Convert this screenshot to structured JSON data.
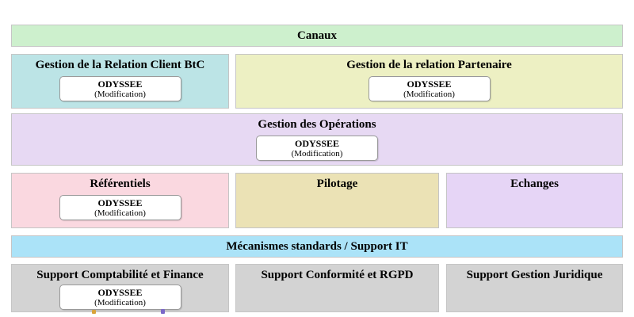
{
  "palette": {
    "canaux_green": "#cdf0cd",
    "client_btc_teal": "#bce4e6",
    "partenaire_yellow": "#edf0c3",
    "operations_lavender": "#e7d9f3",
    "referentiels_pink": "#fad8e0",
    "pilotage_tan": "#ebe2b5",
    "echanges_purple": "#e6d5f6",
    "mecanismes_blue": "#abe3f8",
    "support_gray": "#d3d3d3",
    "block_border": "#c5c5c5",
    "app_box_border": "#999999",
    "text": "#000000"
  },
  "blocks": {
    "canaux": {
      "title": "Canaux"
    },
    "client_btc": {
      "title": "Gestion de la Relation Client BtC",
      "app_name": "ODYSSEE",
      "app_detail": "(Modification)"
    },
    "partenaire": {
      "title": "Gestion de la relation Partenaire",
      "app_name": "ODYSSEE",
      "app_detail": "(Modification)"
    },
    "operations": {
      "title": "Gestion des Opérations",
      "app_name": "ODYSSEE",
      "app_detail": "(Modification)"
    },
    "referentiels": {
      "title": "Référentiels",
      "app_name": "ODYSSEE",
      "app_detail": "(Modification)"
    },
    "pilotage": {
      "title": "Pilotage"
    },
    "echanges": {
      "title": "Echanges"
    },
    "mecanismes": {
      "title": "Mécanismes standards / Support IT"
    },
    "compta": {
      "title": "Support Comptabilité et Finance",
      "app_name": "ODYSSEE",
      "app_detail": "(Modification)"
    },
    "conformite": {
      "title": "Support Conformité et RGPD"
    },
    "juridique": {
      "title": "Support Gestion Juridique"
    }
  }
}
